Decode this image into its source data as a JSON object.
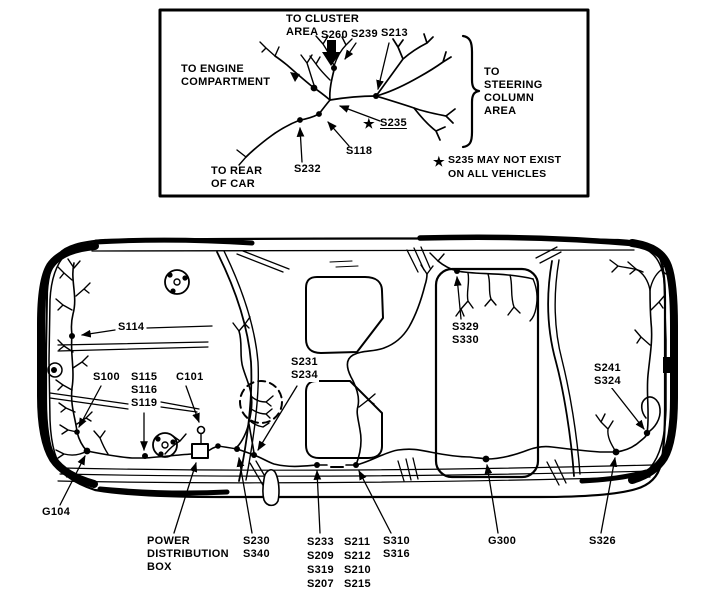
{
  "colors": {
    "ink": "#000000",
    "paper": "#ffffff"
  },
  "inset": {
    "to_cluster_area": "TO CLUSTER\nAREA",
    "s260": "S260",
    "s239": "S239",
    "s213": "S213",
    "to_engine_compartment": "TO ENGINE\nCOMPARTMENT",
    "to_steering_column_area": "TO\nSTEERING\nCOLUMN\nAREA",
    "star": "★",
    "s235": "S235",
    "s118": "S118",
    "s232": "S232",
    "to_rear_of_car": "TO REAR\nOF CAR",
    "footnote": "S235 MAY NOT EXIST\nON ALL VEHICLES"
  },
  "car": {
    "s114": "S114",
    "s100": "S100",
    "s115_group": "S115\nS116\nS119",
    "c101": "C101",
    "g104": "G104",
    "power_distribution_box": "POWER\nDISTRIBUTION\nBOX",
    "s230_group": "S230\nS340",
    "splice_col_left": "S233\nS209\nS319\nS207",
    "splice_col_right": "S211\nS212\nS210\nS215",
    "s310_group": "S310\nS316",
    "g300": "G300",
    "s326": "S326",
    "s231_group": "S231\nS234",
    "s329_group": "S329\nS330",
    "s241_group": "S241\nS324"
  }
}
